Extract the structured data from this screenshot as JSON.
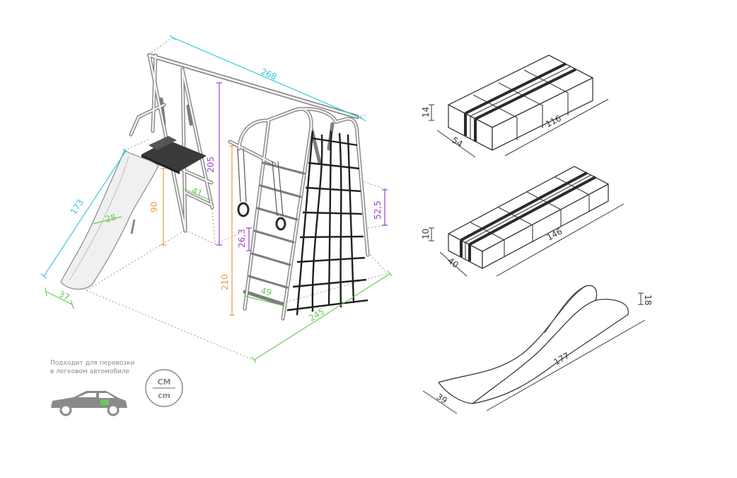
{
  "colors": {
    "cyan": "#35c9de",
    "green": "#6bc95a",
    "purple": "#9b3fd1",
    "orange": "#f19a3e",
    "frame": "#7d7d7d",
    "frame_fill": "#f2f2f2",
    "net": "#1f1f1f",
    "platform": "#3a3a3a",
    "box_line": "#3a3a3a",
    "gray_text": "#8a8a8a"
  },
  "playset": {
    "width_label": "268",
    "slide_length_label": "173",
    "slide_width_label": "28",
    "slide_base_label": "37",
    "step_label": "41",
    "platform_height_label": "90",
    "swing_height_label": "205",
    "rings_label": "26,3",
    "net_height_label": "210",
    "net_offset_label": "52,5",
    "ladder_width_label": "49",
    "depth_label": "245"
  },
  "package_1": {
    "height_label": "14",
    "depth_label": "54",
    "length_label": "116"
  },
  "package_2": {
    "height_label": "10",
    "depth_label": "40",
    "length_label": "146"
  },
  "slide_package": {
    "height_label": "18",
    "width_label": "39",
    "length_label": "177"
  },
  "transport_note": "Подходит для перевозки в легковом автомобиле",
  "units": {
    "top": "СМ",
    "bottom": "cm"
  },
  "icons": [
    "car-icon",
    "units-badge-icon"
  ]
}
